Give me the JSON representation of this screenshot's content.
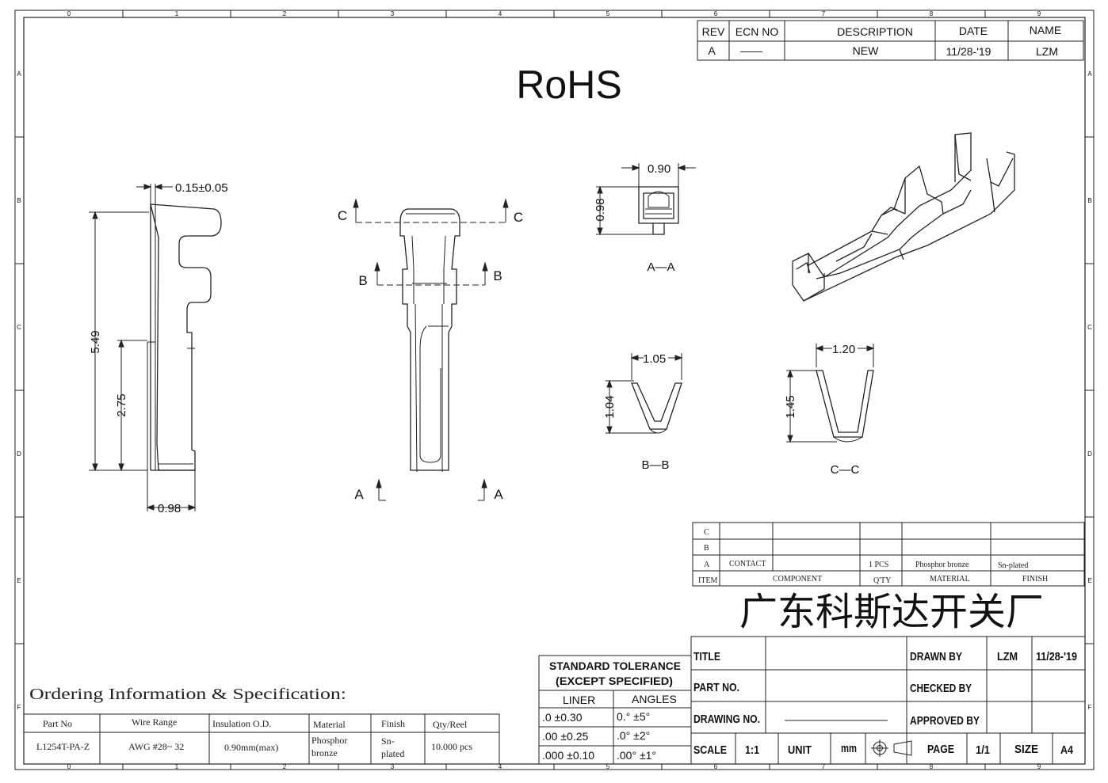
{
  "zones": {
    "columns": [
      "0",
      "1",
      "2",
      "3",
      "4",
      "5",
      "6",
      "7",
      "8",
      "9"
    ],
    "rows": [
      "A",
      "B",
      "C",
      "D",
      "E",
      "F"
    ]
  },
  "revision_table": {
    "headers": [
      "REV",
      "ECN NO",
      "DESCRIPTION",
      "DATE",
      "NAME"
    ],
    "rows": [
      [
        "A",
        "——",
        "NEW",
        "11/28-'19",
        "LZM"
      ]
    ]
  },
  "rohs": "RoHS",
  "dimensions": {
    "side_thickness": "0.15±0.05",
    "side_length": "5.49",
    "side_crimp": "2.75",
    "side_width": "0.98",
    "aa_width": "0.90",
    "aa_height": "0.98",
    "bb_width": "1.05",
    "bb_height": "1.04",
    "cc_width": "1.20",
    "cc_height": "1.45"
  },
  "section_marks": {
    "a": "A",
    "b": "B",
    "c": "C"
  },
  "section_labels": {
    "aa": "A—A",
    "bb": "B—B",
    "cc": "C—C"
  },
  "bom": {
    "rows": [
      {
        "item": "C",
        "component": "",
        "qty": "",
        "material": "",
        "finish": ""
      },
      {
        "item": "B",
        "component": "",
        "qty": "",
        "material": "",
        "finish": ""
      },
      {
        "item": "A",
        "component": "CONTACT",
        "qty": "1 PCS",
        "material": "Phosphor bronze",
        "finish": "Sn-plated"
      }
    ],
    "header": {
      "item": "ITEM",
      "component": "COMPONENT",
      "qty": "Q'TY",
      "material": "MATERIAL",
      "finish": "FINISH"
    }
  },
  "company": "广东科斯达开关厂",
  "title_block": {
    "title_label": "TITLE",
    "part_no_label": "PART NO.",
    "drawing_no_label": "DRAWING NO.",
    "drawn_by_label": "DRAWN BY",
    "drawn_by": "LZM",
    "drawn_date": "11/28-'19",
    "checked_by_label": "CHECKED BY",
    "approved_by_label": "APPROVED BY",
    "scale_label": "SCALE",
    "scale": "1:1",
    "unit_label": "UNIT",
    "unit": "mm",
    "page_label": "PAGE",
    "page": "1/1",
    "size_label": "SIZE",
    "size": "A4"
  },
  "tolerance": {
    "title1": "STANDARD TOLERANCE",
    "title2": "(EXCEPT  SPECIFIED)",
    "liner_label": "LINER",
    "angles_label": "ANGLES",
    "rows": [
      {
        "liner": ".0  ±0.30",
        "angle": "0.°  ±5°"
      },
      {
        "liner": ".00  ±0.25",
        "angle": ".0°  ±2°"
      },
      {
        "liner": ".000 ±0.10",
        "angle": ".00° ±1°"
      }
    ]
  },
  "ordering": {
    "heading": "Ordering Information & Specification:",
    "headers": [
      "Part No",
      "Wire Range",
      "Insulation O.D.",
      "Material",
      "Finish",
      "Qty/Reel"
    ],
    "row": {
      "part_no": "L1254T-PA-Z",
      "wire_range": "AWG #28~ 32",
      "insulation": "0.90mm(max)",
      "material_1": "Phosphor",
      "material_2": "bronze",
      "finish_1": "Sn-",
      "finish_2": "plated",
      "qty": "10.000 pcs"
    }
  }
}
